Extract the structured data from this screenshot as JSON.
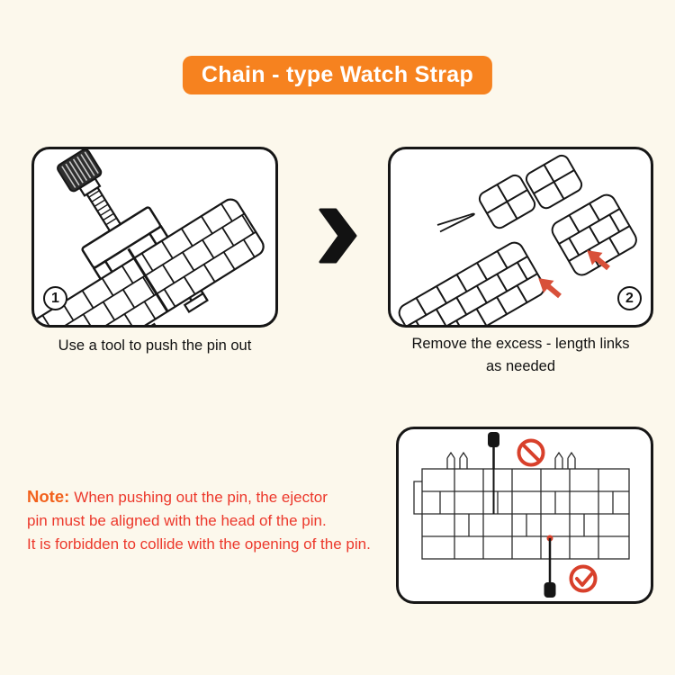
{
  "title": "Chain - type Watch Strap",
  "steps": [
    {
      "number": "1",
      "caption": "Use a tool to push the pin out",
      "illustration": "pin-removal-tool-on-watch-band"
    },
    {
      "number": "2",
      "caption_lines": [
        "Remove the excess - length links",
        "as needed"
      ],
      "illustration": "watch-band-links-separated-red-arrows"
    }
  ],
  "between_steps_icon": "chevron-right-icon",
  "note": {
    "label": "Note:",
    "lines": [
      "When pushing out the pin, the ejector",
      "pin must be aligned with the head of the pin.",
      "It is forbidden to collide with the opening of the pin."
    ]
  },
  "diagram_panel": {
    "illustration": "pin-alignment-cross-section",
    "top_icon": "prohibition-icon",
    "bottom_icon": "check-icon"
  },
  "colors": {
    "background": "#FCF8EC",
    "banner": "#F6821F",
    "note_label": "#F2611C",
    "note_text": "#EC382B",
    "accent_red": "#D8402B",
    "line_black": "#161616"
  }
}
